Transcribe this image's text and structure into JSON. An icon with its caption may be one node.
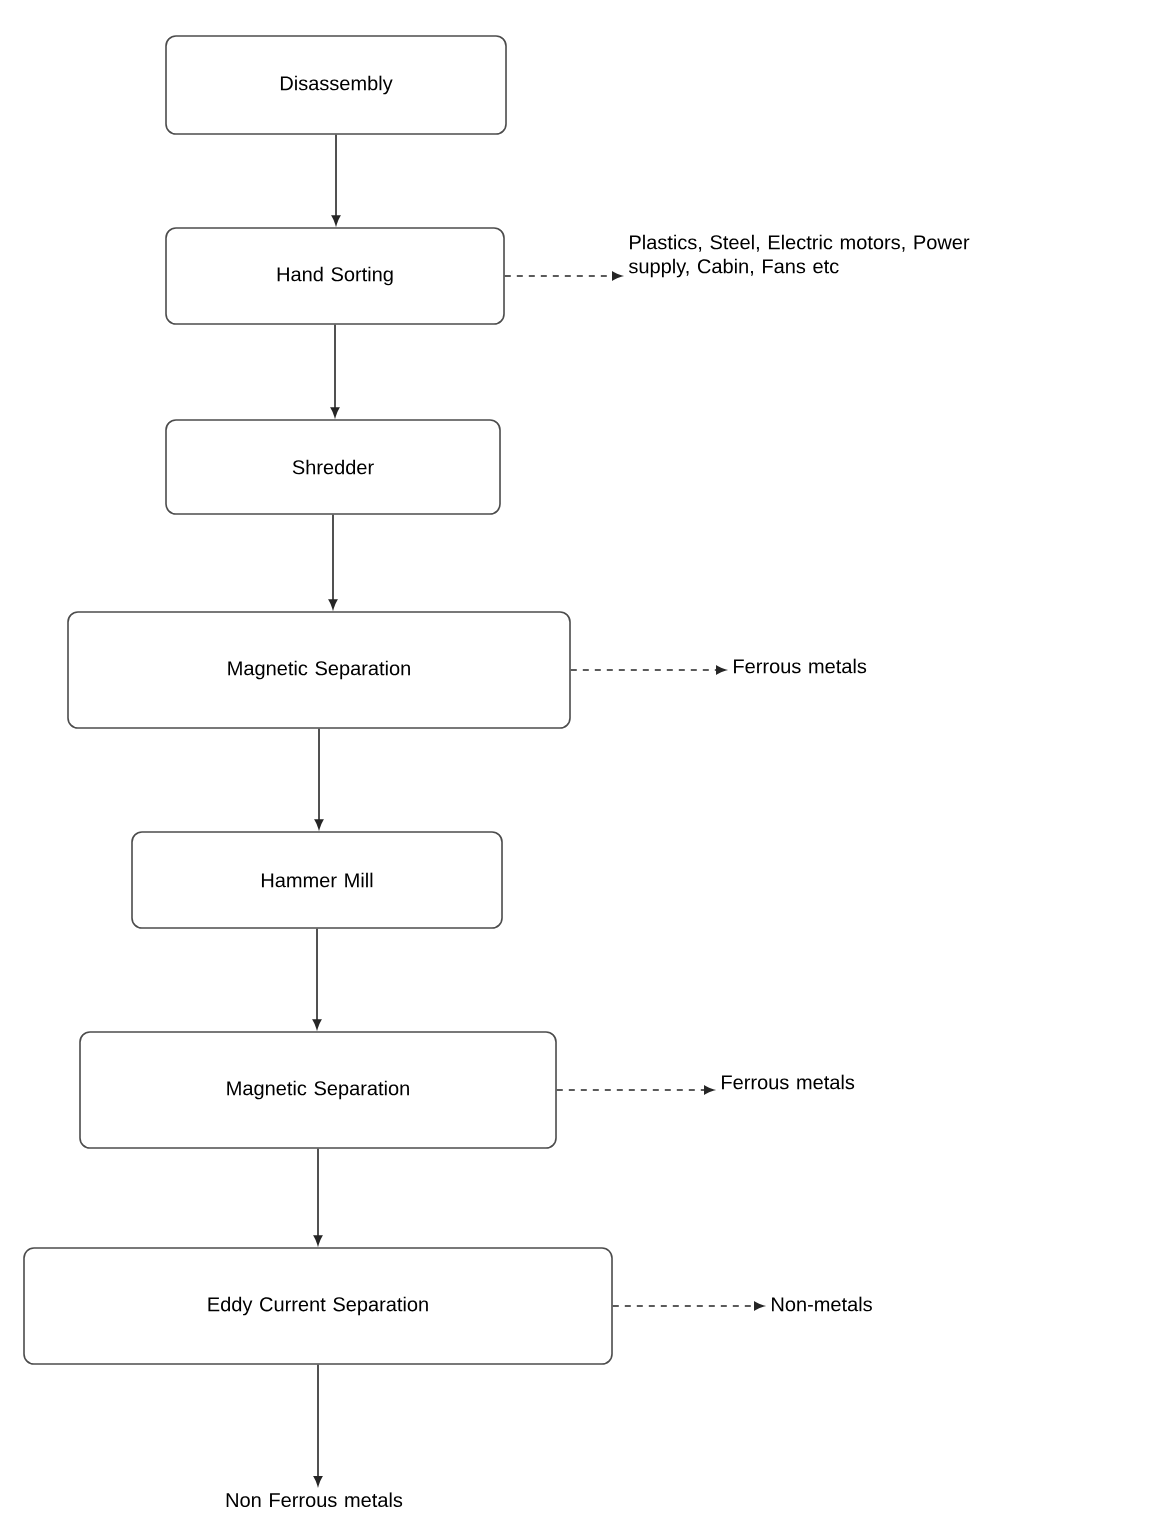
{
  "diagram": {
    "nodes": [
      {
        "text": [
          "Disassembly"
        ]
      },
      {
        "text": [
          "Hand Sorting"
        ]
      },
      {
        "text": [
          "Shredder"
        ]
      },
      {
        "text": [
          "Magnetic Separation"
        ]
      },
      {
        "text": [
          "Hammer Mill"
        ]
      },
      {
        "text": [
          "Magnetic Separation"
        ]
      },
      {
        "text": [
          "Eddy Current Separation"
        ]
      },
      {
        "text": [
          "Plastics, Steel, Electric motors, Power supply, Cabin, Fans etc"
        ]
      },
      {
        "text": [
          "Ferrous metals"
        ]
      },
      {
        "text": [
          "Ferrous metals"
        ]
      },
      {
        "text": [
          "Non-metals"
        ]
      },
      {
        "text": [
          "Non Ferrous metals"
        ]
      }
    ],
    "edges": [
      {
        "from": 0,
        "to": 1,
        "arrow": "to"
      },
      {
        "from": 1,
        "to": 2,
        "arrow": "to"
      },
      {
        "from": 2,
        "to": 3,
        "arrow": "to"
      },
      {
        "from": 3,
        "to": 4,
        "arrow": "to"
      },
      {
        "from": 4,
        "to": 5,
        "arrow": "to"
      },
      {
        "from": 5,
        "to": 6,
        "arrow": "to"
      },
      {
        "from": 6,
        "to": 11,
        "arrow": "to"
      },
      {
        "from": 1,
        "to": 7,
        "arrow": "to",
        "style": "dashed"
      },
      {
        "from": 3,
        "to": 8,
        "arrow": "to",
        "style": "dashed"
      },
      {
        "from": 5,
        "to": 9,
        "arrow": "to",
        "style": "dashed"
      },
      {
        "from": 6,
        "to": 10,
        "arrow": "to",
        "style": "dashed"
      }
    ]
  }
}
